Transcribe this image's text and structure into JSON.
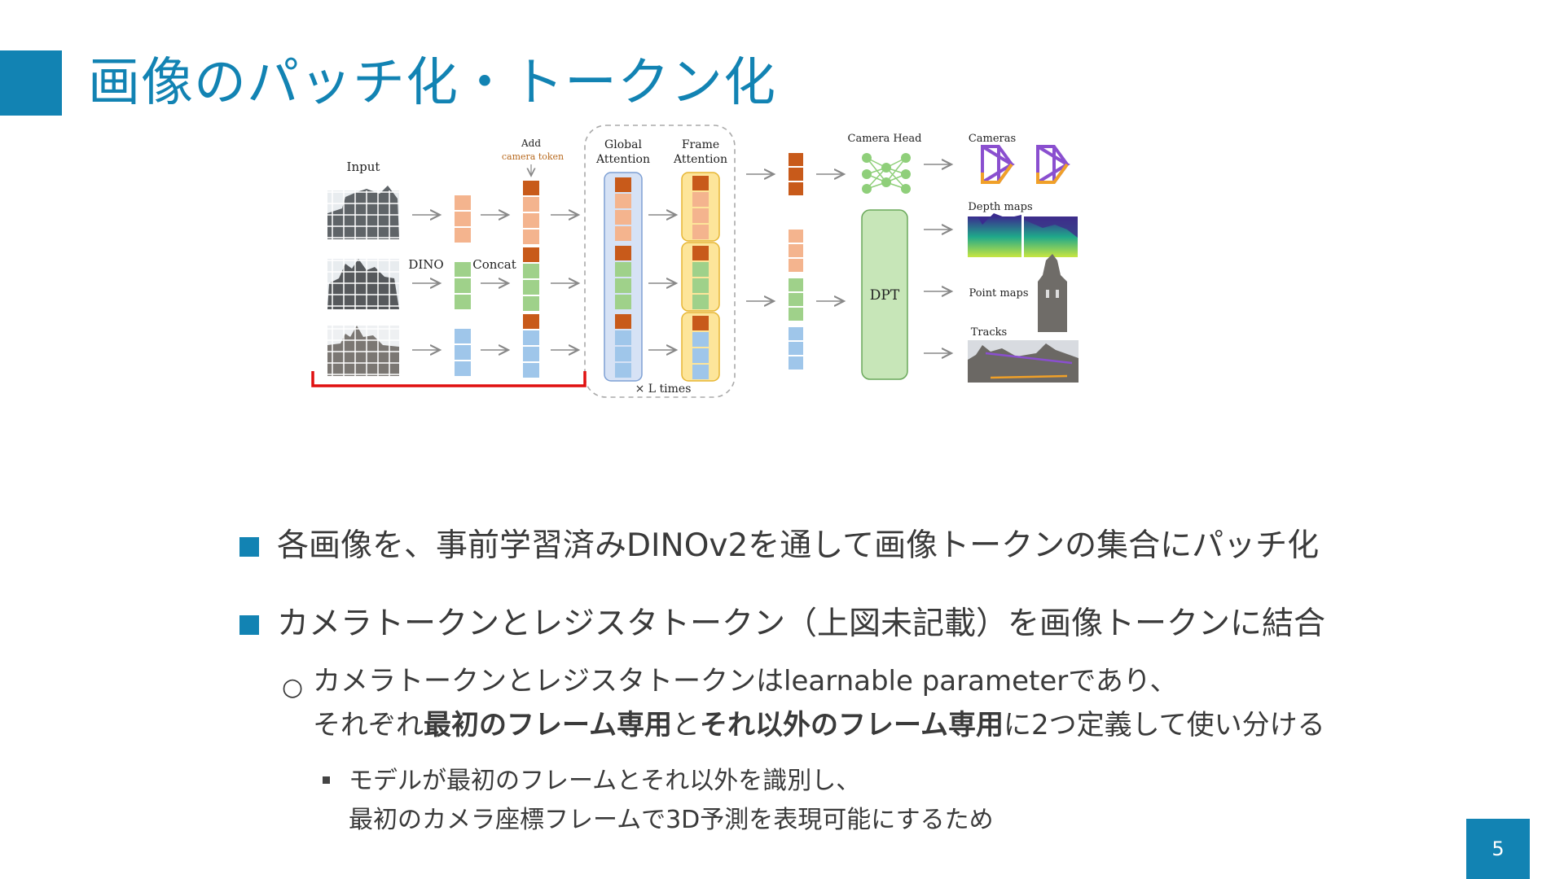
{
  "slide": {
    "title": "画像のパッチ化・トークン化",
    "page_number": "5",
    "accent_color": "#1283b3"
  },
  "figure": {
    "labels": {
      "input": "Input",
      "add": "Add",
      "camera_token": "camera token",
      "dino": "DINO",
      "concat": "Concat",
      "global_attention_1": "Global",
      "global_attention_2": "Attention",
      "frame_attention_1": "Frame",
      "frame_attention_2": "Attention",
      "l_times": "× L times",
      "camera_head": "Camera Head",
      "cameras": "Cameras",
      "depth_maps": "Depth maps",
      "dpt": "DPT",
      "point_maps": "Point maps",
      "tracks": "Tracks"
    },
    "colors": {
      "camera_token": "#c85a1a",
      "frame1_token": "#f4b48e",
      "frame2_token": "#9fd18a",
      "frame3_token": "#9fc6ea",
      "global_box": "#d6e2f5",
      "frame_box": "#fde59a",
      "dpt_box": "#c7e6b8",
      "highlight_bracket": "#e01010"
    }
  },
  "bullets": {
    "b1": "各画像を、事前学習済みDINOv2を通して画像トークンの集合にパッチ化",
    "b2": "カメラトークンとレジスタトークン（上図未記載）を画像トークンに結合",
    "b2_1_line1": "カメラトークンとレジスタトークンはlearnable parameterであり、",
    "b2_1_line2_a": "それぞれ",
    "b2_1_line2_b": "最初のフレーム専用",
    "b2_1_line2_c": "と",
    "b2_1_line2_d": "それ以外のフレーム専用",
    "b2_1_line2_e": "に2つ定義して使い分ける",
    "b3_line1": "モデルが最初のフレームとそれ以外を識別し、",
    "b3_line2": "最初のカメラ座標フレームで3D予測を表現可能にするため"
  }
}
